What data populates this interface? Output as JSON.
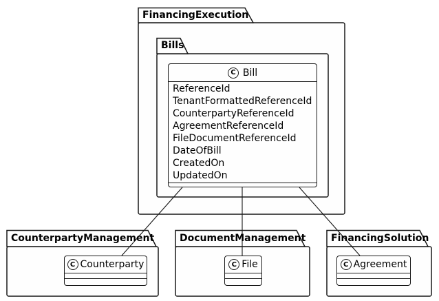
{
  "packages": {
    "financing_execution": {
      "label": "FinancingExecution"
    },
    "bills": {
      "label": "Bills"
    },
    "counterparty_management": {
      "label": "CounterpartyManagement"
    },
    "document_management": {
      "label": "DocumentManagement"
    },
    "financing_solution": {
      "label": "FinancingSolution"
    }
  },
  "classes": {
    "bill": {
      "name": "Bill",
      "attributes": [
        "ReferenceId",
        "TenantFormattedReferenceId",
        "CounterpartyReferenceId",
        "AgreementReferenceId",
        "FileDocumentReferenceId",
        "DateOfBill",
        "CreatedOn",
        "UpdatedOn"
      ]
    },
    "counterparty": {
      "name": "Counterparty"
    },
    "file": {
      "name": "File"
    },
    "agreement": {
      "name": "Agreement"
    }
  },
  "icons": {
    "class_badge_letter": "C"
  },
  "relations": [
    {
      "from": "Bill",
      "to": "Counterparty"
    },
    {
      "from": "Bill",
      "to": "File"
    },
    {
      "from": "Bill",
      "to": "Agreement"
    }
  ],
  "colors": {
    "border": "#181818",
    "background": "#ffffff",
    "text": "#000000"
  }
}
